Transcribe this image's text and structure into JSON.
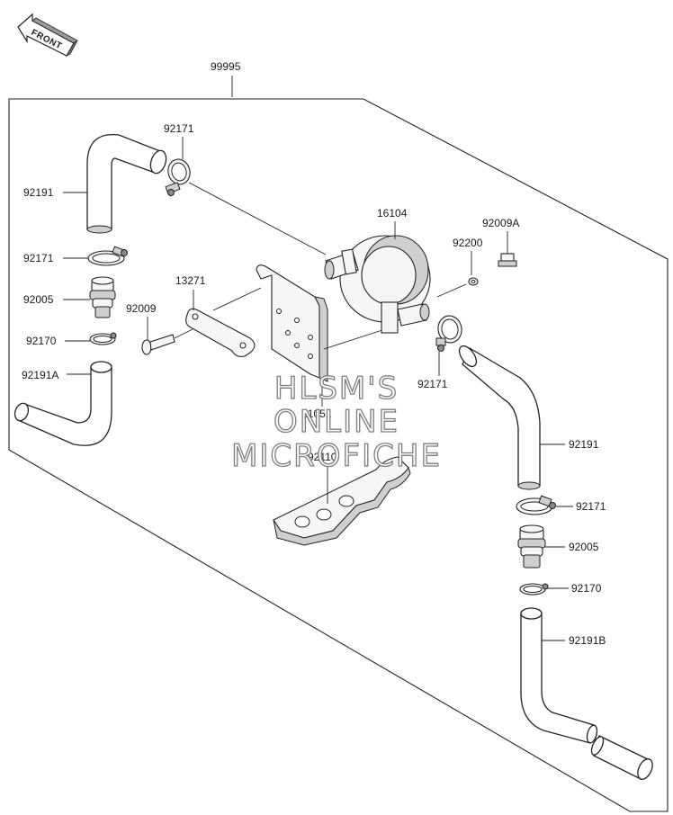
{
  "diagram": {
    "front_indicator": "FRONT",
    "assembly_number": "99995",
    "watermark": [
      "HLSM'S",
      "ONLINE",
      "MICROFICHE"
    ],
    "labels": {
      "hose_upper_left": "92191",
      "clamp_upper_center": "92171",
      "clamp_left_1": "92171",
      "fitting_left": "92005",
      "clamp_left_2": "92170",
      "hose_lower_left": "92191A",
      "plate": "13271",
      "bolt": "92009",
      "valve": "16104",
      "washer": "92200",
      "small_bolt": "92009A",
      "clamp_valve": "92171",
      "bracket": "11051",
      "stay": "92110",
      "hose_right": "92191",
      "clamp_right": "92171",
      "fitting_right": "92005",
      "clamp_right_2": "92170",
      "hose_lower_right": "92191B"
    }
  },
  "colors": {
    "line": "#222222",
    "shade": "#cfcfcf",
    "watermark": "#7d7d7d"
  }
}
